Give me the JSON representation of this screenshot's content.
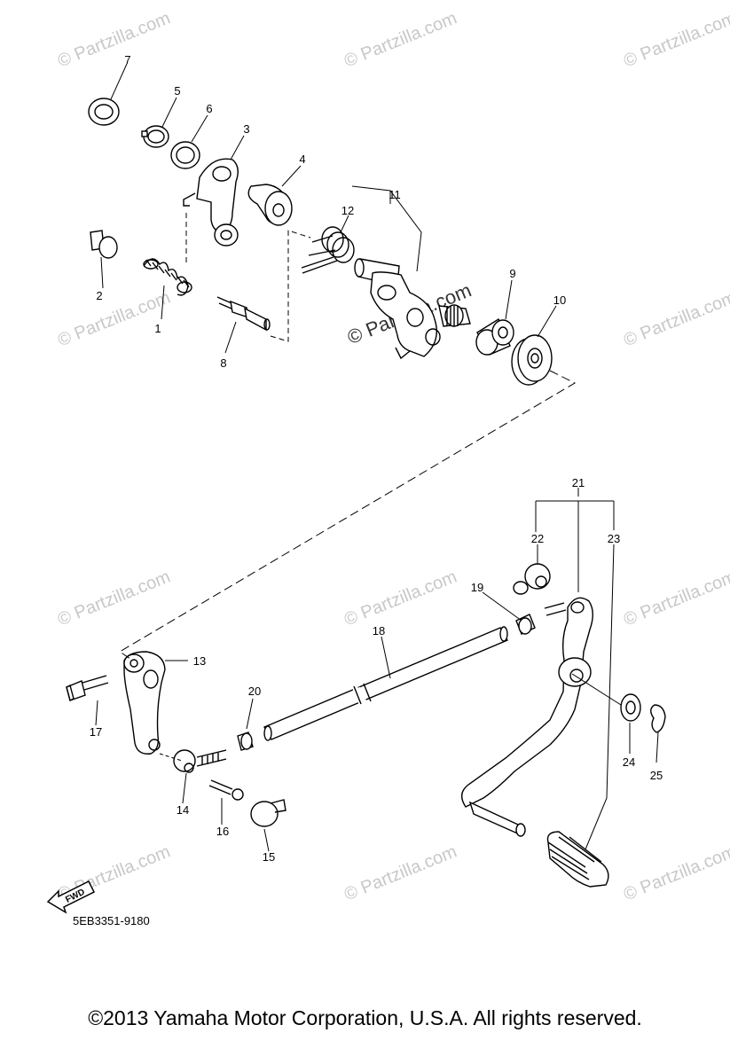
{
  "watermark": "© Partzilla.com",
  "diagram_code": "5EB3351-9180",
  "fwd_label": "FWD",
  "copyright": "©2013  Yamaha Motor Corporation, U.S.A. All rights reserved.",
  "callouts": [
    "1",
    "2",
    "3",
    "4",
    "5",
    "6",
    "7",
    "8",
    "9",
    "10",
    "11",
    "12",
    "13",
    "14",
    "15",
    "16",
    "17",
    "18",
    "19",
    "20",
    "21",
    "22",
    "23",
    "24",
    "25"
  ]
}
